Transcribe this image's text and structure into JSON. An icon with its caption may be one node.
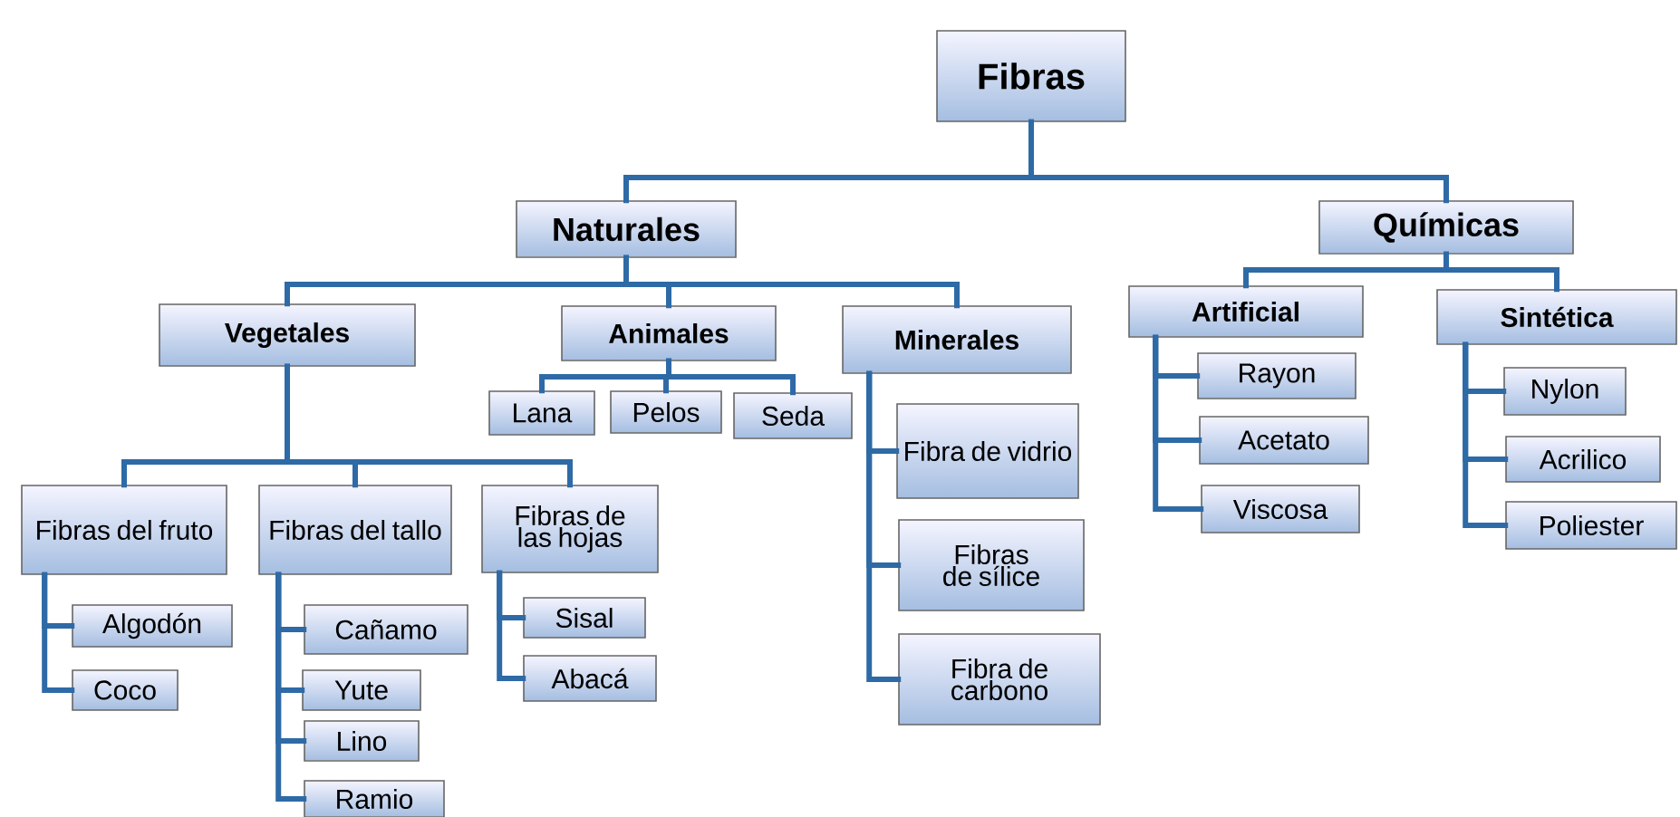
{
  "diagram": {
    "nodes": [
      {
        "text": [
          "Fibras"
        ]
      },
      {
        "text": [
          "Naturales"
        ]
      },
      {
        "text": [
          "Químicas"
        ]
      },
      {
        "text": [
          "Vegetales"
        ]
      },
      {
        "text": [
          "Animales"
        ]
      },
      {
        "text": [
          "Minerales"
        ]
      },
      {
        "text": [
          "Artificial"
        ]
      },
      {
        "text": [
          "Sintética"
        ]
      },
      {
        "text": [
          "Lana"
        ]
      },
      {
        "text": [
          "Pelos"
        ]
      },
      {
        "text": [
          "Seda"
        ]
      },
      {
        "text": [
          "Fibra de vidrio"
        ]
      },
      {
        "text": [
          "Fibras de sílice"
        ]
      },
      {
        "text": [
          "Fibra de carbono"
        ]
      },
      {
        "text": [
          "Rayon"
        ]
      },
      {
        "text": [
          "Acetato"
        ]
      },
      {
        "text": [
          "Viscosa"
        ]
      },
      {
        "text": [
          "Nylon"
        ]
      },
      {
        "text": [
          "Acrilico"
        ]
      },
      {
        "text": [
          "Poliester"
        ]
      },
      {
        "text": [
          "Fibras del fruto"
        ]
      },
      {
        "text": [
          "Fibras del tallo"
        ]
      },
      {
        "text": [
          "Fibras de las hojas"
        ]
      },
      {
        "text": [
          "Algodón"
        ]
      },
      {
        "text": [
          "Coco"
        ]
      },
      {
        "text": [
          "Cañamo"
        ]
      },
      {
        "text": [
          "Yute"
        ]
      },
      {
        "text": [
          "Lino"
        ]
      },
      {
        "text": [
          "Ramio"
        ]
      },
      {
        "text": [
          "Sisal"
        ]
      },
      {
        "text": [
          "Abacá"
        ]
      }
    ],
    "edges": [
      {
        "from": 0,
        "to": 1,
        "arrow": "none"
      },
      {
        "from": 0,
        "to": 2,
        "arrow": "none"
      },
      {
        "from": 1,
        "to": 3,
        "arrow": "none"
      },
      {
        "from": 1,
        "to": 4,
        "arrow": "none"
      },
      {
        "from": 1,
        "to": 5,
        "arrow": "none"
      },
      {
        "from": 2,
        "to": 6,
        "arrow": "none"
      },
      {
        "from": 2,
        "to": 7,
        "arrow": "none"
      },
      {
        "from": 4,
        "to": 8,
        "arrow": "none"
      },
      {
        "from": 4,
        "to": 9,
        "arrow": "none"
      },
      {
        "from": 4,
        "to": 10,
        "arrow": "none"
      },
      {
        "from": 5,
        "to": 11,
        "arrow": "none"
      },
      {
        "from": 5,
        "to": 12,
        "arrow": "none"
      },
      {
        "from": 5,
        "to": 13,
        "arrow": "none"
      },
      {
        "from": 6,
        "to": 14,
        "arrow": "none"
      },
      {
        "from": 6,
        "to": 15,
        "arrow": "none"
      },
      {
        "from": 6,
        "to": 16,
        "arrow": "none"
      },
      {
        "from": 7,
        "to": 17,
        "arrow": "none"
      },
      {
        "from": 7,
        "to": 18,
        "arrow": "none"
      },
      {
        "from": 7,
        "to": 19,
        "arrow": "none"
      },
      {
        "from": 3,
        "to": 20,
        "arrow": "none"
      },
      {
        "from": 3,
        "to": 21,
        "arrow": "none"
      },
      {
        "from": 3,
        "to": 22,
        "arrow": "none"
      },
      {
        "from": 20,
        "to": 23,
        "arrow": "none"
      },
      {
        "from": 20,
        "to": 24,
        "arrow": "none"
      },
      {
        "from": 21,
        "to": 25,
        "arrow": "none"
      },
      {
        "from": 21,
        "to": 26,
        "arrow": "none"
      },
      {
        "from": 21,
        "to": 27,
        "arrow": "none"
      },
      {
        "from": 21,
        "to": 28,
        "arrow": "none"
      },
      {
        "from": 22,
        "to": 29,
        "arrow": "none"
      },
      {
        "from": 22,
        "to": 30,
        "arrow": "none"
      }
    ]
  }
}
